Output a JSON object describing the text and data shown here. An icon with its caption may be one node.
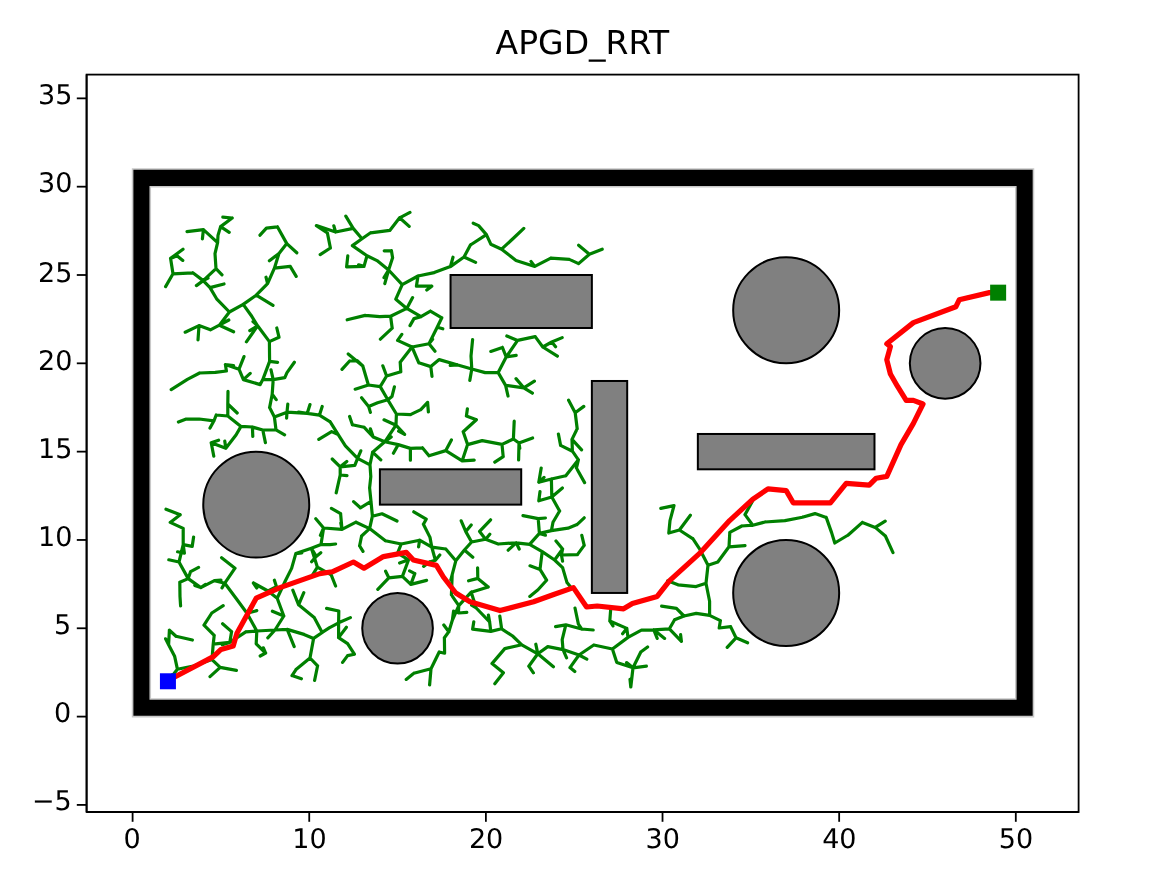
{
  "diagram": {
    "title": "APGD_RRT",
    "labels": [
      "35",
      "30",
      "25",
      "20",
      "15",
      "10",
      "5",
      "0",
      "−5",
      "0",
      "10",
      "20",
      "30",
      "40",
      "50"
    ]
  }
}
